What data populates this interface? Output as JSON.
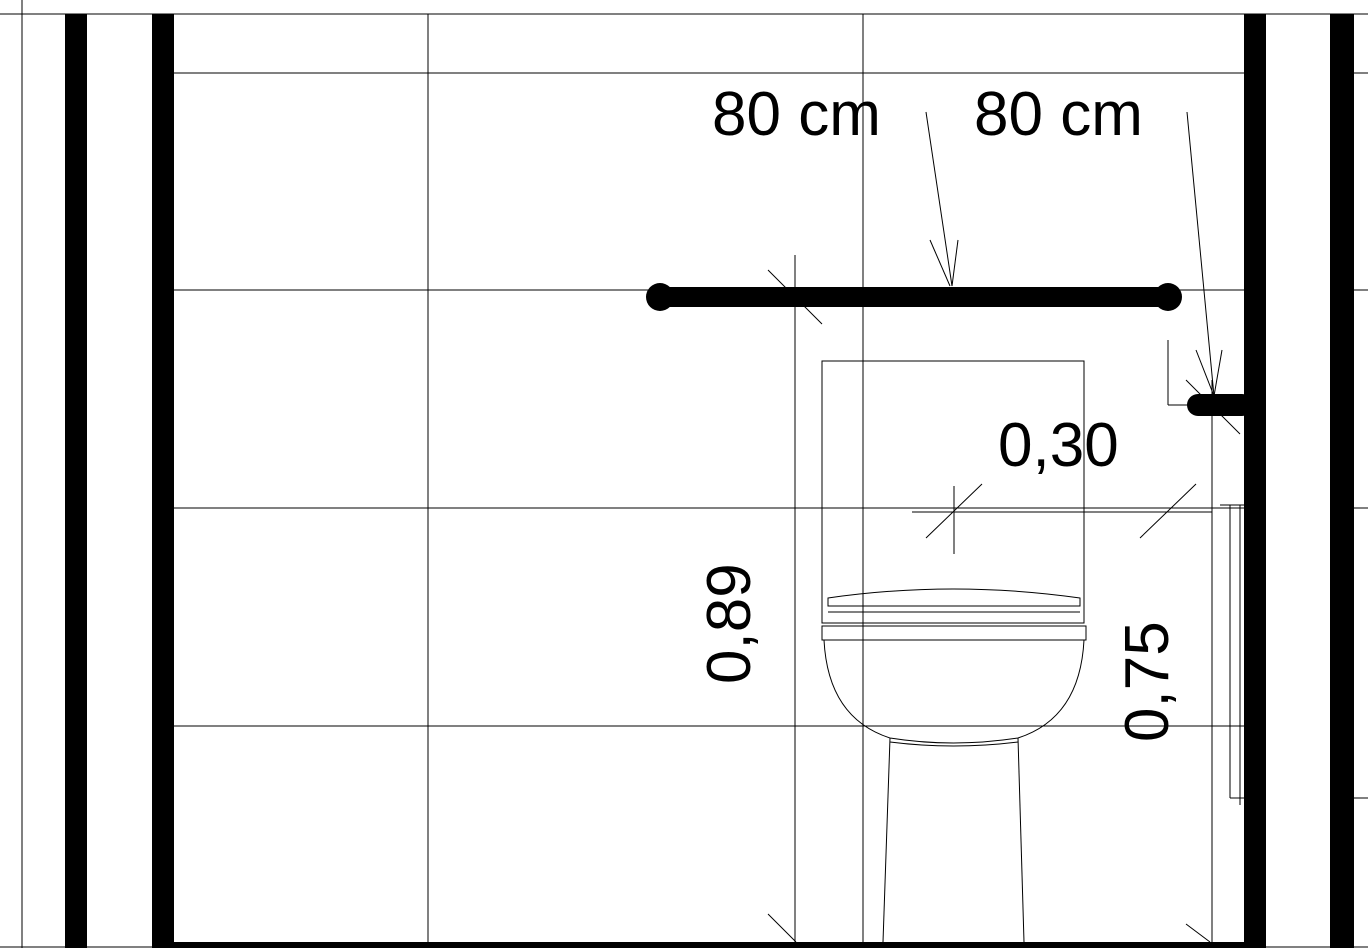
{
  "drawing": {
    "grab_bar_length_left": "80 cm",
    "grab_bar_length_right": "80 cm",
    "dim_offset": "0,30",
    "dim_height_left": "0,89",
    "dim_height_right": "0,75"
  },
  "colors": {
    "line": "#000000",
    "background": "#ffffff"
  }
}
